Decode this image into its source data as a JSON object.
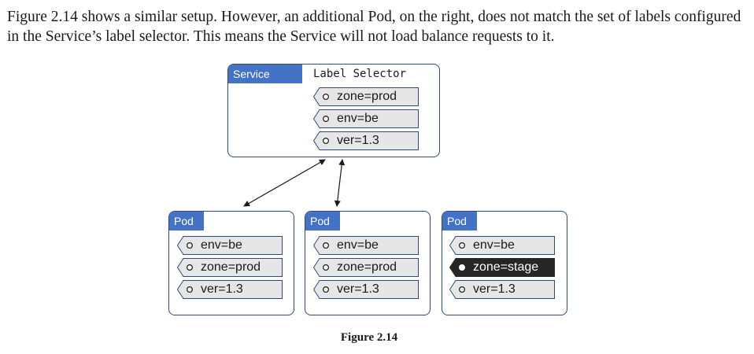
{
  "paragraph": "Figure 2.14 shows a similar setup. However, an additional Pod, on the right, does not match the set of labels configured in the Service’s label selector. This means the Service will not load balance requests to it.",
  "service": {
    "tab": "Service",
    "selector_title": "Label Selector",
    "labels": [
      "zone=prod",
      "env=be",
      "ver=1.3"
    ]
  },
  "pods": [
    {
      "tab": "Pod",
      "labels": [
        "env=be",
        "zone=prod",
        "ver=1.3"
      ]
    },
    {
      "tab": "Pod",
      "labels": [
        "env=be",
        "zone=prod",
        "ver=1.3"
      ]
    },
    {
      "tab": "Pod",
      "labels": [
        "env=be",
        "zone=stage",
        "ver=1.3"
      ]
    }
  ],
  "caption": "Figure 2.14",
  "colors": {
    "tab_blue": "#4472c4",
    "border": "#2f4a7a",
    "label_fill": "#e6e6e6",
    "mismatch_fill": "#262626"
  }
}
